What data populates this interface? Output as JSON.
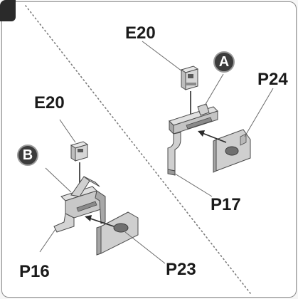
{
  "labels": {
    "e20_top": "E20",
    "e20_left": "E20",
    "badge_a": "A",
    "badge_b": "B",
    "p24": "P24",
    "p17": "P17",
    "p16": "P16",
    "p23": "P23"
  },
  "colors": {
    "part_fill": "#d9d9d9",
    "part_shade": "#b5b5b5",
    "part_dark": "#6a6a6a",
    "outline": "#4a4a4a",
    "badge": "#3c3c3c",
    "divider": "#7a7a7a"
  },
  "icons": {
    "corner_tab": "step-corner-tab",
    "badge_shape": "circled-letter"
  }
}
